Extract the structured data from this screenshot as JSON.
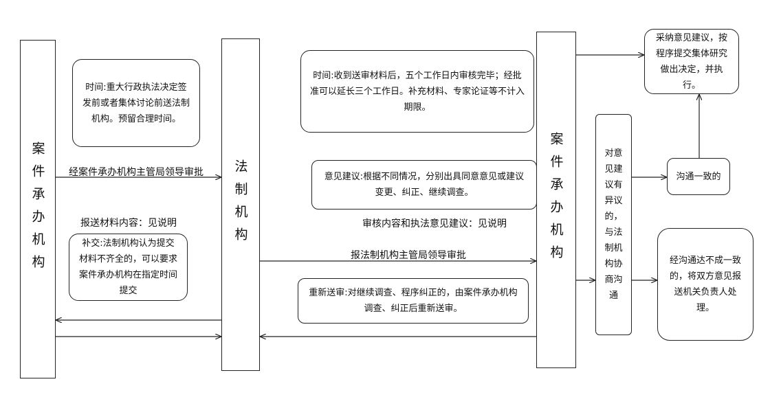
{
  "columns": {
    "case_left": "案件承办机构",
    "legal": "法制机构",
    "case_right": "案件承办机构"
  },
  "notes": {
    "time_left": "时间:重大行政执法决定签发前或者集体讨论前送法制机构。预留合理时间。",
    "supplement": "补交:法制机构认为提交材料不齐全的，可以要求案件承办机构在指定时间提交",
    "time_review": "时间:收到送审材料后，五个工作日内审核完毕；经批准可以延长三个工作日。补充材料、专家论证等不计入期限。",
    "opinion": "意见建议:根据不同情况，分别出具同意意见或建议变更、纠正、继续调查。",
    "resubmit": "重新送审:对继续调查、程序纠正的，由案件承办机构调查、纠正后重新送审。",
    "objection": "对意见建议有异议的，与法制机构协商沟通",
    "adopt": "采纳意见建议，按程序提交集体研究做出决定，并执行。",
    "agree": "沟通一致的",
    "disagree": "经沟通达不成一致的，将双方意见报送机关负责人处理。"
  },
  "labels": {
    "approve_left": "经案件承办机构主管局领导审批",
    "materials": "报送材料内容：见说明",
    "review_content": "审核内容和执法意见建议：见说明",
    "approve_legal": "报法制机构主管局领导审批"
  }
}
